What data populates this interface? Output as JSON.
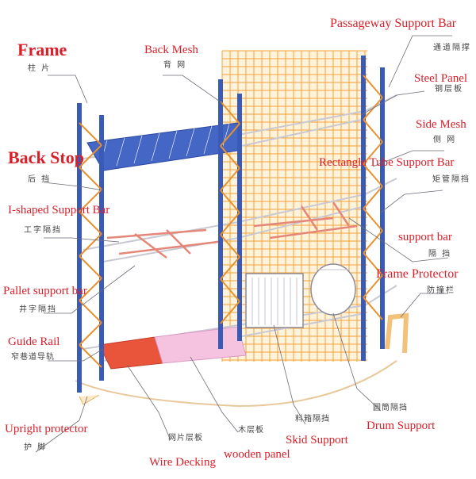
{
  "colors": {
    "frame_blue": "#3a5ab8",
    "frame_orange": "#e8912c",
    "mesh_orange": "#f4a23a",
    "label_red": "#d9202a",
    "leader_gray": "#6d6d7a"
  },
  "labels": {
    "frame": {
      "en": "Frame",
      "cn": "柱 片"
    },
    "back_mesh": {
      "en": "Back Mesh",
      "cn": "背 网"
    },
    "passageway": {
      "en": "Passageway Support Bar",
      "cn": "通道隔撑"
    },
    "steel_panel": {
      "en": "Steel Panel",
      "cn": "钢层板"
    },
    "side_mesh": {
      "en": "Side Mesh",
      "cn": "侧 网"
    },
    "back_stop": {
      "en": "Back Stop",
      "cn": "后 挡"
    },
    "rect_tube": {
      "en": "Rectangle Tube Support Bar",
      "cn": "矩管隔挡"
    },
    "i_shaped": {
      "en": "I-shaped Support Bar",
      "cn": "工字隔挡"
    },
    "support_bar": {
      "en": "support bar",
      "cn": "隔 挡"
    },
    "frame_protector": {
      "en": "Frame Protector",
      "cn": "防撞栏"
    },
    "pallet_support": {
      "en": "Pallet support bar",
      "cn": "井字隔挡"
    },
    "guide_rail": {
      "en": "Guide Rail",
      "cn": "窄巷道导轨"
    },
    "upright_protector": {
      "en": "Upright protector",
      "cn": "护 脚"
    },
    "wire_decking": {
      "en": "Wire Decking",
      "cn": "网片层板"
    },
    "wooden_panel": {
      "en": "wooden panel",
      "cn": "木层板"
    },
    "skid_support": {
      "en": "Skid Support",
      "cn": "料箱隔挡"
    },
    "drum_support": {
      "en": "Drum Support",
      "cn": "圆筒隔挡"
    }
  }
}
